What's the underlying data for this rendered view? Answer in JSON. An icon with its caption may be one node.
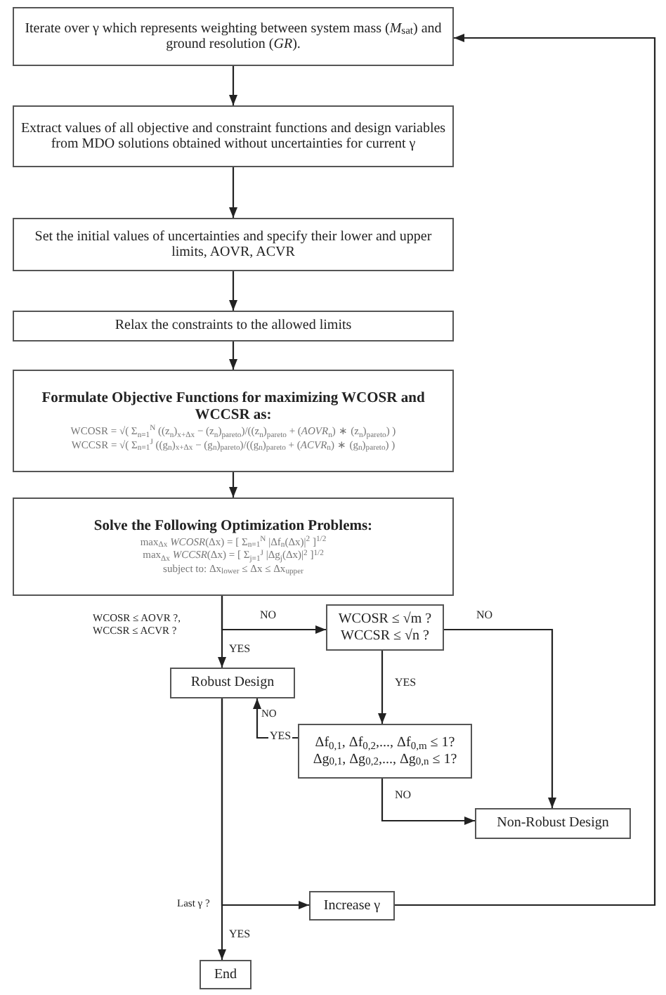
{
  "diagram": {
    "nodes": [
      {
        "text": [
          "Iterate over γ which represents weighting between system mass (*M*$_{sat}$) and ground resolution (*GR*)."
        ]
      },
      {
        "text": [
          "Extract values of all objective and constraint functions and design variables from MDO solutions obtained without uncertainties for current γ"
        ]
      },
      {
        "text": [
          "Set the initial values of uncertainties and specify their lower and upper limits, AOVR, ACVR"
        ]
      },
      {
        "text": [
          "Relax the constraints to the allowed limits"
        ]
      },
      {
        "text": [
          "Formulate Objective Functions for maximizing WCOSR and WCCSR as:",
          "WCOSR = √( Σ$_{n=1}$$^{N}$ ((z$_{n}$)$_{x+Δx}$ − (z$_{n}$)$_{pareto}$)/((z$_{n}$)$_{pareto}$ + (*AOVR*$_{n}$) ∗ (z$_{n}$)$_{pareto}$) )",
          "WCCSR = √( Σ$_{n=1}$$^{J}$ ((g$_{n}$)$_{x+Δx}$ − (g$_{n}$)$_{pareto}$)/((g$_{n}$)$_{pareto}$ + (*ACVR*$_{n}$) ∗ (g$_{n}$)$_{pareto}$) )"
        ]
      },
      {
        "text": [
          "Solve the Following Optimization Problems:",
          "max$_{Δx}$ *WCOSR*(Δx) = [ Σ$_{n=1}$$^{N}$ |Δf$_{n}$(Δx)|$^{2}$ ]$^{1/2}$",
          "max$_{Δx}$ *WCCSR*(Δx) = [ Σ$_{j=1}$$^{J}$ |Δg$_{j}$(Δx)|$^{2}$ ]$^{1/2}$",
          "subject to: Δx$_{lower}$ ≤ Δx ≤ Δx$_{upper}$"
        ]
      },
      {
        "text": [
          "Robust Design"
        ]
      },
      {
        "text": [
          "WCOSR ≤ √m ?",
          "WCCSR ≤ √n ?"
        ]
      },
      {
        "text": [
          "Δf$_{0,1}$, Δf$_{0,2}$,..., Δf$_{0,m}$ ≤ 1?",
          "Δg$_{0,1}$, Δg$_{0,2}$,..., Δg$_{0,n}$ ≤ 1?"
        ]
      },
      {
        "text": [
          "Non-Robust Design"
        ]
      },
      {
        "text": [
          "Increase γ"
        ]
      },
      {
        "text": [
          "End"
        ]
      }
    ],
    "edges": [
      {
        "from": 0,
        "to": 1,
        "arrow": "to"
      },
      {
        "from": 1,
        "to": 2,
        "arrow": "to"
      },
      {
        "from": 2,
        "to": 3,
        "arrow": "to"
      },
      {
        "from": 3,
        "to": 4,
        "arrow": "to"
      },
      {
        "from": 4,
        "to": 5,
        "arrow": "to"
      },
      {
        "from": 5,
        "to": 6,
        "arrow": "to",
        "label": "YES"
      },
      {
        "from": 5,
        "to": 7,
        "arrow": "to",
        "label": "NO"
      },
      {
        "from": 7,
        "to": 8,
        "arrow": "to",
        "label": "YES"
      },
      {
        "from": 7,
        "to": 9,
        "arrow": "to",
        "label": "NO"
      },
      {
        "from": 8,
        "to": 6,
        "arrow": "to",
        "label": "YES"
      },
      {
        "from": 8,
        "to": 9,
        "arrow": "to",
        "label": "NO"
      },
      {
        "from": 6,
        "to": 11,
        "arrow": "to",
        "label": "YES"
      },
      {
        "from": 6,
        "to": 10,
        "arrow": "to"
      },
      {
        "from": 10,
        "to": 0,
        "arrow": "to"
      }
    ],
    "labels": [
      "WCOSR ≤ AOVR ?, WCCSR ≤ ACVR ?",
      "NO",
      "Last γ ?"
    ]
  }
}
